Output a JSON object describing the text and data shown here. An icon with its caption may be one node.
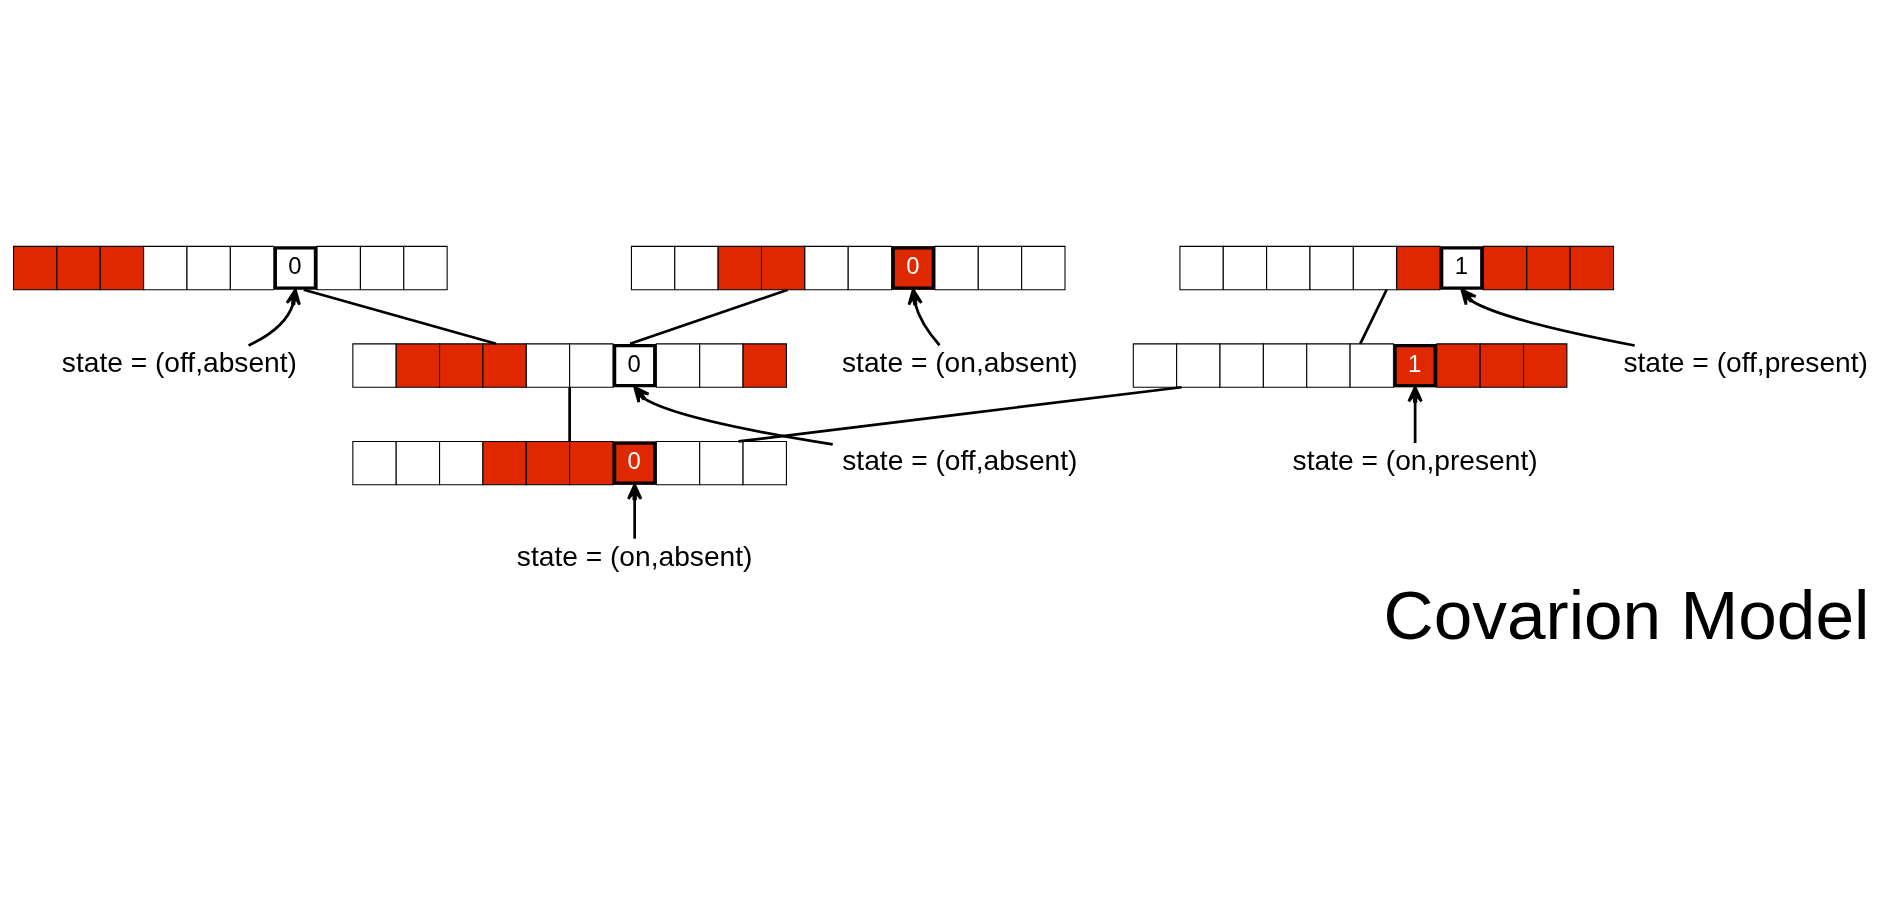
{
  "diagram": {
    "title": "Covarion Model",
    "nodes": [
      {
        "text": [
          "0"
        ]
      },
      {
        "text": [
          "0"
        ]
      },
      {
        "text": [
          "1"
        ]
      },
      {
        "text": [
          "state = (on,absent)"
        ]
      },
      {
        "text": [
          "state = (off,absent)"
        ]
      },
      {
        "text": [
          "state = (off,present)"
        ]
      },
      {
        "text": [
          "0"
        ]
      },
      {
        "text": [
          "1"
        ]
      },
      {
        "text": [
          "state = (on,present)"
        ]
      },
      {
        "text": [
          "state = (off,absent)"
        ]
      },
      {
        "text": [
          "0"
        ]
      },
      {
        "text": [
          "state = (on,absent)"
        ]
      }
    ],
    "edges": [
      {
        "from": 10,
        "to": 6,
        "arrow": "none"
      },
      {
        "from": 10,
        "to": 7,
        "arrow": "none"
      },
      {
        "from": 6,
        "to": 0,
        "arrow": "none"
      },
      {
        "from": 6,
        "to": 1,
        "arrow": "none"
      },
      {
        "from": 7,
        "to": 2,
        "arrow": "none"
      },
      {
        "from": 4,
        "to": 0,
        "arrow": "to"
      },
      {
        "from": 3,
        "to": 1,
        "arrow": "to"
      },
      {
        "from": 5,
        "to": 2,
        "arrow": "to"
      },
      {
        "from": 9,
        "to": 6,
        "arrow": "to"
      },
      {
        "from": 8,
        "to": 7,
        "arrow": "to"
      },
      {
        "from": 11,
        "to": 10,
        "arrow": "to"
      }
    ]
  }
}
